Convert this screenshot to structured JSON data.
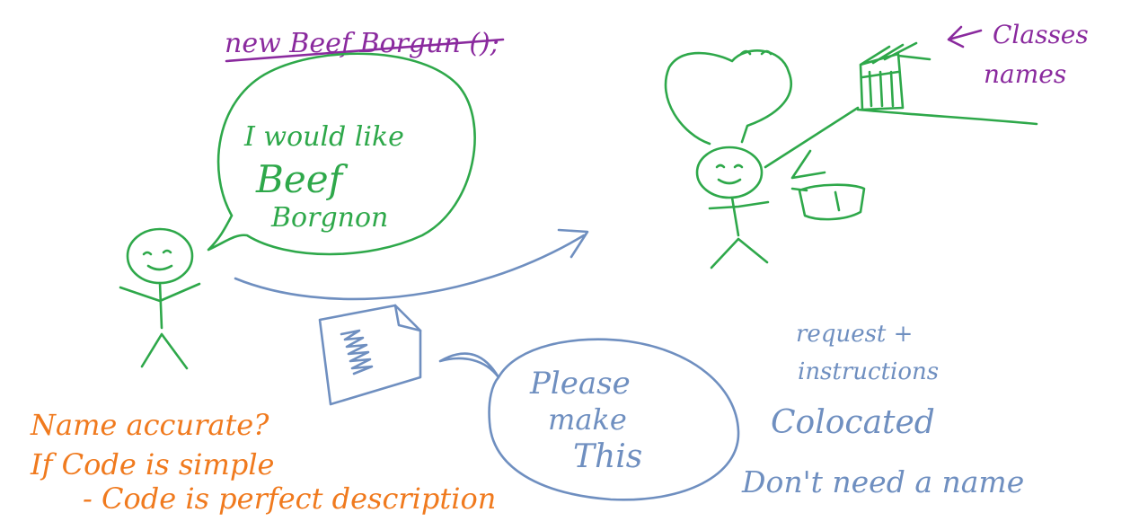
{
  "colors": {
    "green": "#2ea84a",
    "purple": "#8a2a9e",
    "blue": "#6f8fc0",
    "orange": "#f07a1e"
  },
  "top_code": "new Beef Borgun ();",
  "customer_bubble": {
    "line1": "I would like",
    "line2": "Beef",
    "line3": "Borgnon"
  },
  "classes_note": {
    "line1": "Classes",
    "line2": "names"
  },
  "request_bubble": {
    "line1": "Please",
    "line2": "make",
    "line3": "This"
  },
  "right_notes": {
    "line1": "request +",
    "line2": "instructions",
    "line3": "Colocated",
    "line4": "Don't need a name"
  },
  "orange_notes": {
    "line1": "Name accurate?",
    "line2": "If Code is simple",
    "line3": "- Code is perfect description"
  }
}
